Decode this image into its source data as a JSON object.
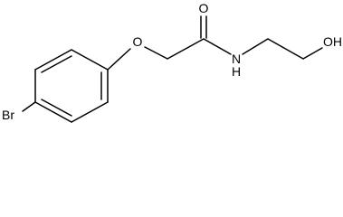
{
  "molecule": {
    "atom_labels": {
      "bromine": "Br",
      "ether_oxygen": "O",
      "carbonyl_oxygen": "O",
      "amide_nitrogen": "N",
      "amide_hydrogen": "H",
      "hydroxyl": "OH"
    }
  },
  "colors": {
    "bond": "#000000",
    "label": "#000000",
    "background": "#ffffff"
  }
}
